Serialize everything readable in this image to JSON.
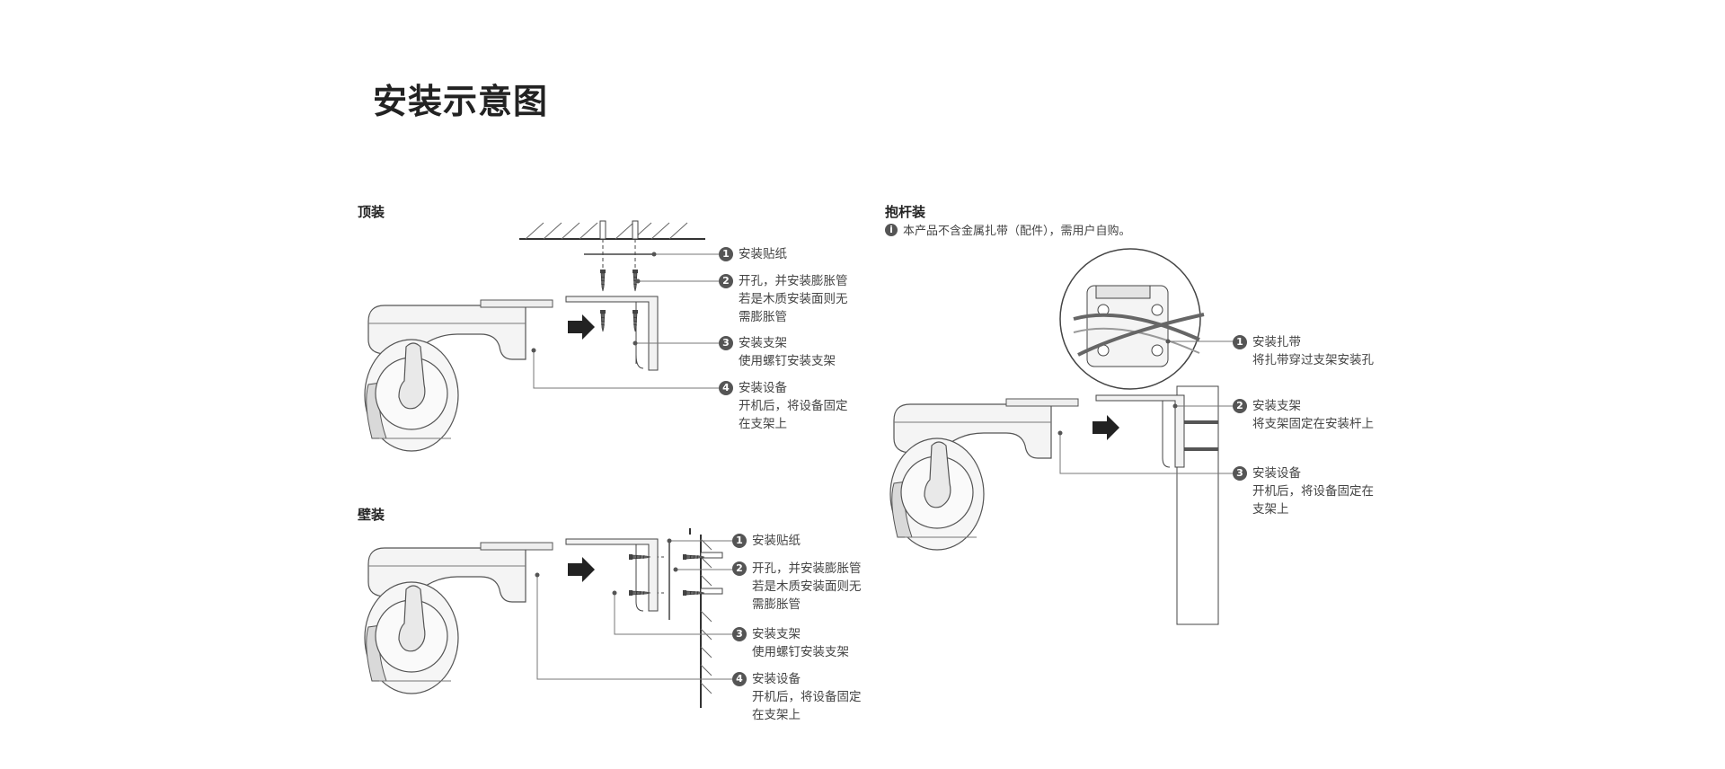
{
  "title": "安装示意图",
  "ceiling": {
    "heading": "顶装",
    "steps": [
      {
        "num": "1",
        "line1": "安装贴纸",
        "line2": "",
        "line3": ""
      },
      {
        "num": "2",
        "line1": "开孔，并安装膨胀管",
        "line2": "若是木质安装面则无",
        "line3": "需膨胀管"
      },
      {
        "num": "3",
        "line1": "安装支架",
        "line2": "使用螺钉安装支架",
        "line3": ""
      },
      {
        "num": "4",
        "line1": "安装设备",
        "line2": "开机后，将设备固定",
        "line3": "在支架上"
      }
    ]
  },
  "wall": {
    "heading": "壁装",
    "steps": [
      {
        "num": "1",
        "line1": "安装贴纸",
        "line2": "",
        "line3": ""
      },
      {
        "num": "2",
        "line1": "开孔，并安装膨胀管",
        "line2": "若是木质安装面则无",
        "line3": "需膨胀管"
      },
      {
        "num": "3",
        "line1": "安装支架",
        "line2": "使用螺钉安装支架",
        "line3": ""
      },
      {
        "num": "4",
        "line1": "安装设备",
        "line2": "开机后，将设备固定",
        "line3": "在支架上"
      }
    ]
  },
  "pole": {
    "heading": "抱杆装",
    "note_icon": "i",
    "note": "本产品不含金属扎带（配件），需用户自购。",
    "steps": [
      {
        "num": "1",
        "line1": "安装扎带",
        "line2": "将扎带穿过支架安装孔",
        "line3": ""
      },
      {
        "num": "2",
        "line1": "安装支架",
        "line2": "将支架固定在安装杆上",
        "line3": ""
      },
      {
        "num": "3",
        "line1": "安装设备",
        "line2": "开机后，将设备固定在",
        "line3": "支架上"
      }
    ]
  }
}
